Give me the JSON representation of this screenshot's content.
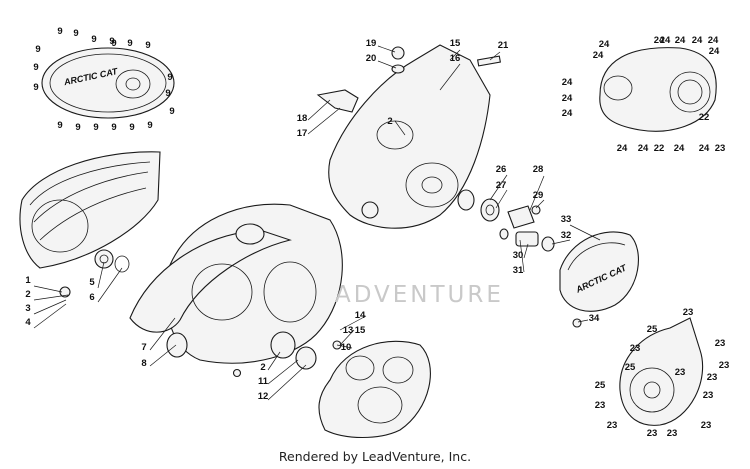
{
  "diagram": {
    "brand_logo": "ARCTIC CAT",
    "callouts": [
      {
        "text": "9"
      },
      {
        "text": "9"
      },
      {
        "text": "9"
      },
      {
        "text": "9"
      },
      {
        "text": "9"
      },
      {
        "text": "9"
      },
      {
        "text": "9"
      },
      {
        "text": "9"
      },
      {
        "text": "9"
      },
      {
        "text": "9"
      },
      {
        "text": "9"
      },
      {
        "text": "9"
      },
      {
        "text": "9"
      },
      {
        "text": "9"
      },
      {
        "text": "9"
      },
      {
        "text": "9"
      },
      {
        "text": "9"
      },
      {
        "text": "9"
      },
      {
        "text": "9"
      },
      {
        "text": "1"
      },
      {
        "text": "2"
      },
      {
        "text": "3"
      },
      {
        "text": "4"
      },
      {
        "text": "5"
      },
      {
        "text": "6"
      },
      {
        "text": "7"
      },
      {
        "text": "8"
      },
      {
        "text": "2"
      },
      {
        "text": "11"
      },
      {
        "text": "12"
      },
      {
        "text": "13"
      },
      {
        "text": "14"
      },
      {
        "text": "15"
      },
      {
        "text": "10"
      },
      {
        "text": "19"
      },
      {
        "text": "20"
      },
      {
        "text": "15"
      },
      {
        "text": "16"
      },
      {
        "text": "21"
      },
      {
        "text": "18"
      },
      {
        "text": "17"
      },
      {
        "text": "2"
      },
      {
        "text": "26"
      },
      {
        "text": "27"
      },
      {
        "text": "28"
      },
      {
        "text": "29"
      },
      {
        "text": "33"
      },
      {
        "text": "32"
      },
      {
        "text": "30"
      },
      {
        "text": "31"
      },
      {
        "text": "34"
      },
      {
        "text": "24"
      },
      {
        "text": "24"
      },
      {
        "text": "24"
      },
      {
        "text": "24"
      },
      {
        "text": "24"
      },
      {
        "text": "24"
      },
      {
        "text": "24"
      },
      {
        "text": "24"
      },
      {
        "text": "24"
      },
      {
        "text": "24"
      },
      {
        "text": "22"
      },
      {
        "text": "24"
      },
      {
        "text": "24"
      },
      {
        "text": "24"
      },
      {
        "text": "24"
      },
      {
        "text": "24"
      },
      {
        "text": "22"
      },
      {
        "text": "23"
      },
      {
        "text": "23"
      },
      {
        "text": "25"
      },
      {
        "text": "23"
      },
      {
        "text": "23"
      },
      {
        "text": "25"
      },
      {
        "text": "23"
      },
      {
        "text": "23"
      },
      {
        "text": "25"
      },
      {
        "text": "23"
      },
      {
        "text": "23"
      },
      {
        "text": "23"
      },
      {
        "text": "23"
      },
      {
        "text": "23"
      },
      {
        "text": "23"
      },
      {
        "text": "23"
      }
    ]
  },
  "watermark": {
    "text": "ADVENTURE"
  },
  "footer": {
    "text": "Rendered by LeadVenture, Inc."
  }
}
